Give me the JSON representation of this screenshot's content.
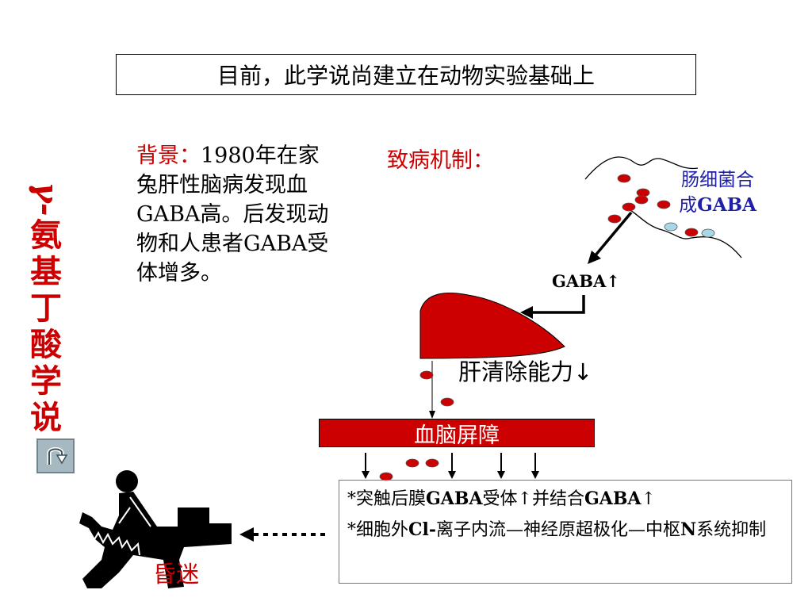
{
  "banner": {
    "text": "目前，此学说尚建立在动物实验基础上"
  },
  "side_title": {
    "greek": "γ-",
    "text": "氨基丁酸学说"
  },
  "background": {
    "label": "背景：",
    "body": "1980年在家兔肝性脑病发现血GABA高。后发现动物和人患者GABA受体增多。"
  },
  "mechanism": {
    "label": "致病机制："
  },
  "bacteria": {
    "line1": "肠细菌合",
    "line2_prefix": "成",
    "line2_bold": "GABA"
  },
  "gaba_increase": {
    "text": "GABA↑"
  },
  "liver": {
    "clearance": "肝清除能力↓"
  },
  "bbb": {
    "label": "血脑屏障"
  },
  "effects": {
    "item1": {
      "prefix": "*突触后膜",
      "bold1": "GABA",
      "mid": "受体↑并结合",
      "bold2": "GABA",
      "suffix": "↑"
    },
    "item2": {
      "prefix": "*细胞外",
      "bold1": "Cl-",
      "mid": "离子内流—神经原超极化—中枢",
      "bold2": "N",
      "suffix": "系统抑制"
    }
  },
  "coma": {
    "label": "昏迷"
  },
  "icons": {
    "back": "return-arrow-icon"
  },
  "colors": {
    "accent_red": "#cc0000",
    "bacteria_blue": "#1f1fa8",
    "cell_blue": "#a8d8e8"
  }
}
